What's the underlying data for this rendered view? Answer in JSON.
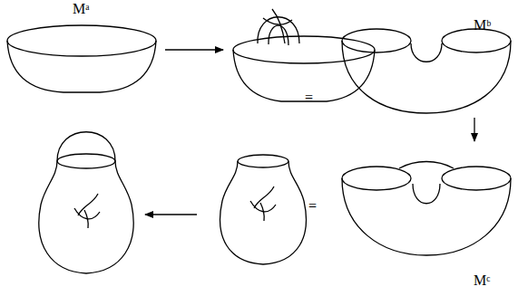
{
  "diagram": {
    "labels": [
      "Mᵃ",
      "Mᵇ",
      "=",
      "=",
      "Mᶜ"
    ]
  }
}
